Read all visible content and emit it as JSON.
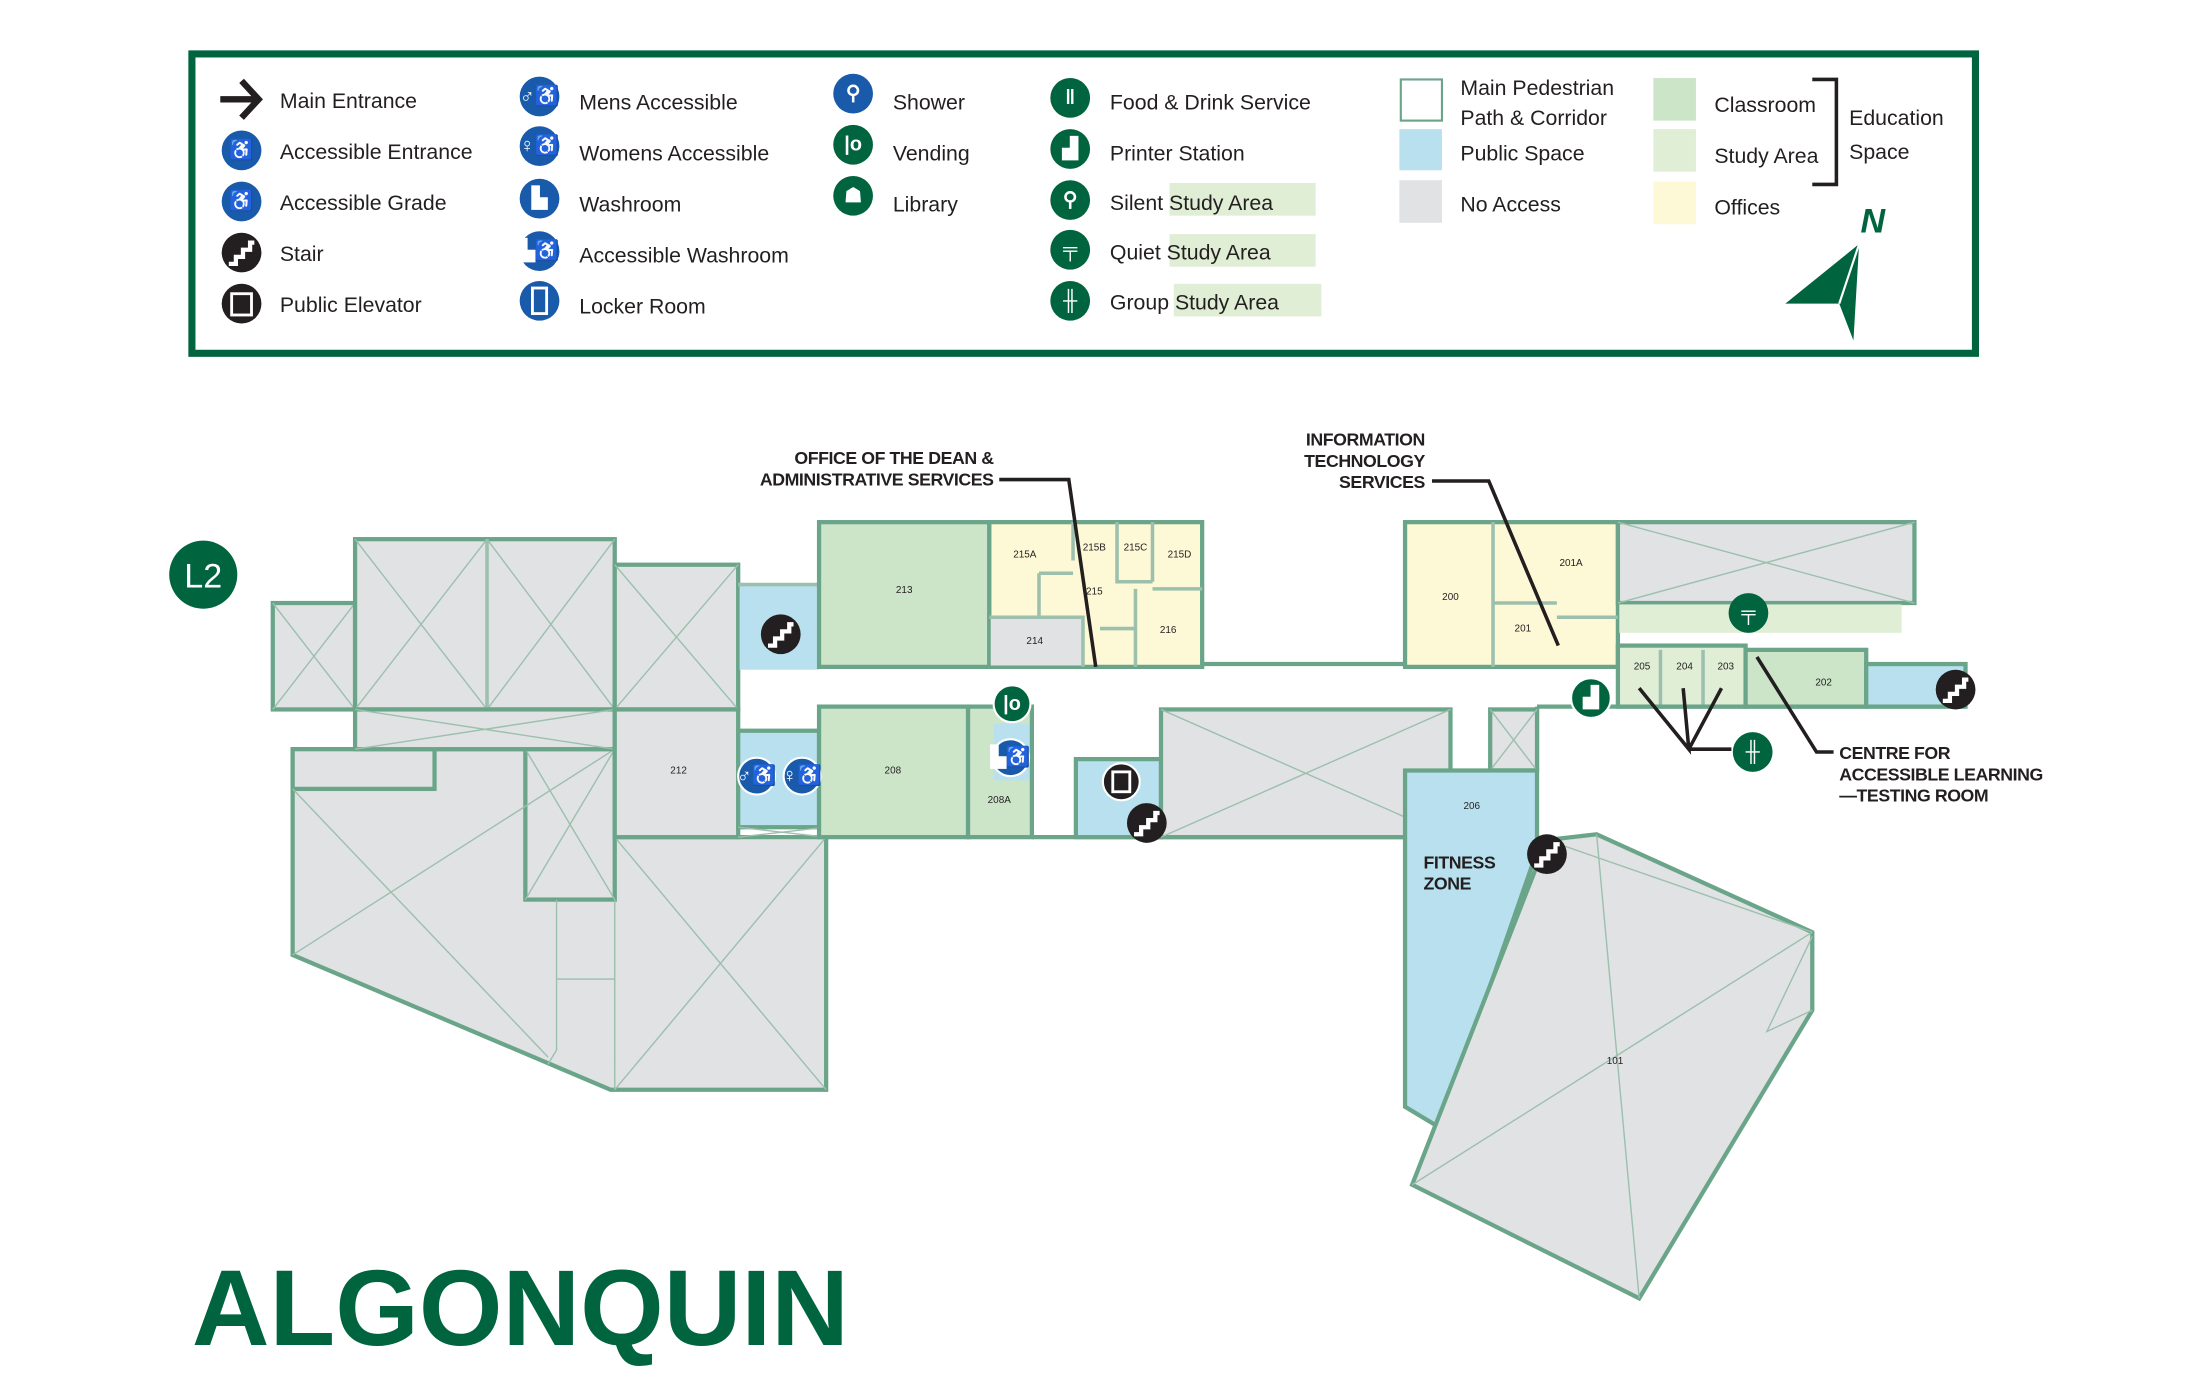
{
  "legend": {
    "col1": [
      "Main Entrance",
      "Accessible Entrance",
      "Accessible Grade",
      "Stair",
      "Public Elevator"
    ],
    "col2": [
      "Mens Accessible",
      "Womens Accessible",
      "Washroom",
      "Accessible Washroom",
      "Locker Room"
    ],
    "col3": [
      "Shower",
      "Vending",
      "Library"
    ],
    "col4": [
      {
        "prefix": "Food & Drink Service",
        "suffix": ""
      },
      {
        "prefix": "Printer Station",
        "suffix": ""
      },
      {
        "prefix": "Silent ",
        "suffix": "Study Area"
      },
      {
        "prefix": "Quiet ",
        "suffix": "Study Area"
      },
      {
        "prefix": "Group ",
        "suffix": "Study Area"
      }
    ],
    "spaces": {
      "main_path_1": "Main Pedestrian",
      "main_path_2": "Path & Corridor",
      "public": "Public Space",
      "no_access": "No Access"
    },
    "education": {
      "classroom": "Classroom",
      "study": "Study Area",
      "offices": "Offices",
      "group_1": "Education",
      "group_2": "Space"
    },
    "north": "N"
  },
  "colors": {
    "brand_green": "#00643f",
    "icon_blue": "#1a5aab",
    "wall": "#6aa58a",
    "no_access": "#e1e2e4",
    "classroom": "#cce5c9",
    "study": "#e0eed6",
    "offices": "#fdf9d6",
    "public": "#b8e0ee"
  },
  "level": "L2",
  "callouts": {
    "dean_1": "OFFICE OF THE DEAN &",
    "dean_2": "ADMINISTRATIVE SERVICES",
    "its_1": "INFORMATION",
    "its_2": "TECHNOLOGY",
    "its_3": "SERVICES",
    "cal_1": "CENTRE FOR",
    "cal_2": "ACCESSIBLE LEARNING",
    "cal_3": "—TESTING ROOM",
    "fitness_1": "FITNESS",
    "fitness_2": "ZONE"
  },
  "rooms": [
    "212",
    "213",
    "214",
    "215",
    "215A",
    "215B",
    "215C",
    "215D",
    "216",
    "208",
    "208A",
    "200",
    "201",
    "201A",
    "202",
    "203",
    "204",
    "205",
    "206",
    "101"
  ],
  "logo": "ALGONQUIN"
}
